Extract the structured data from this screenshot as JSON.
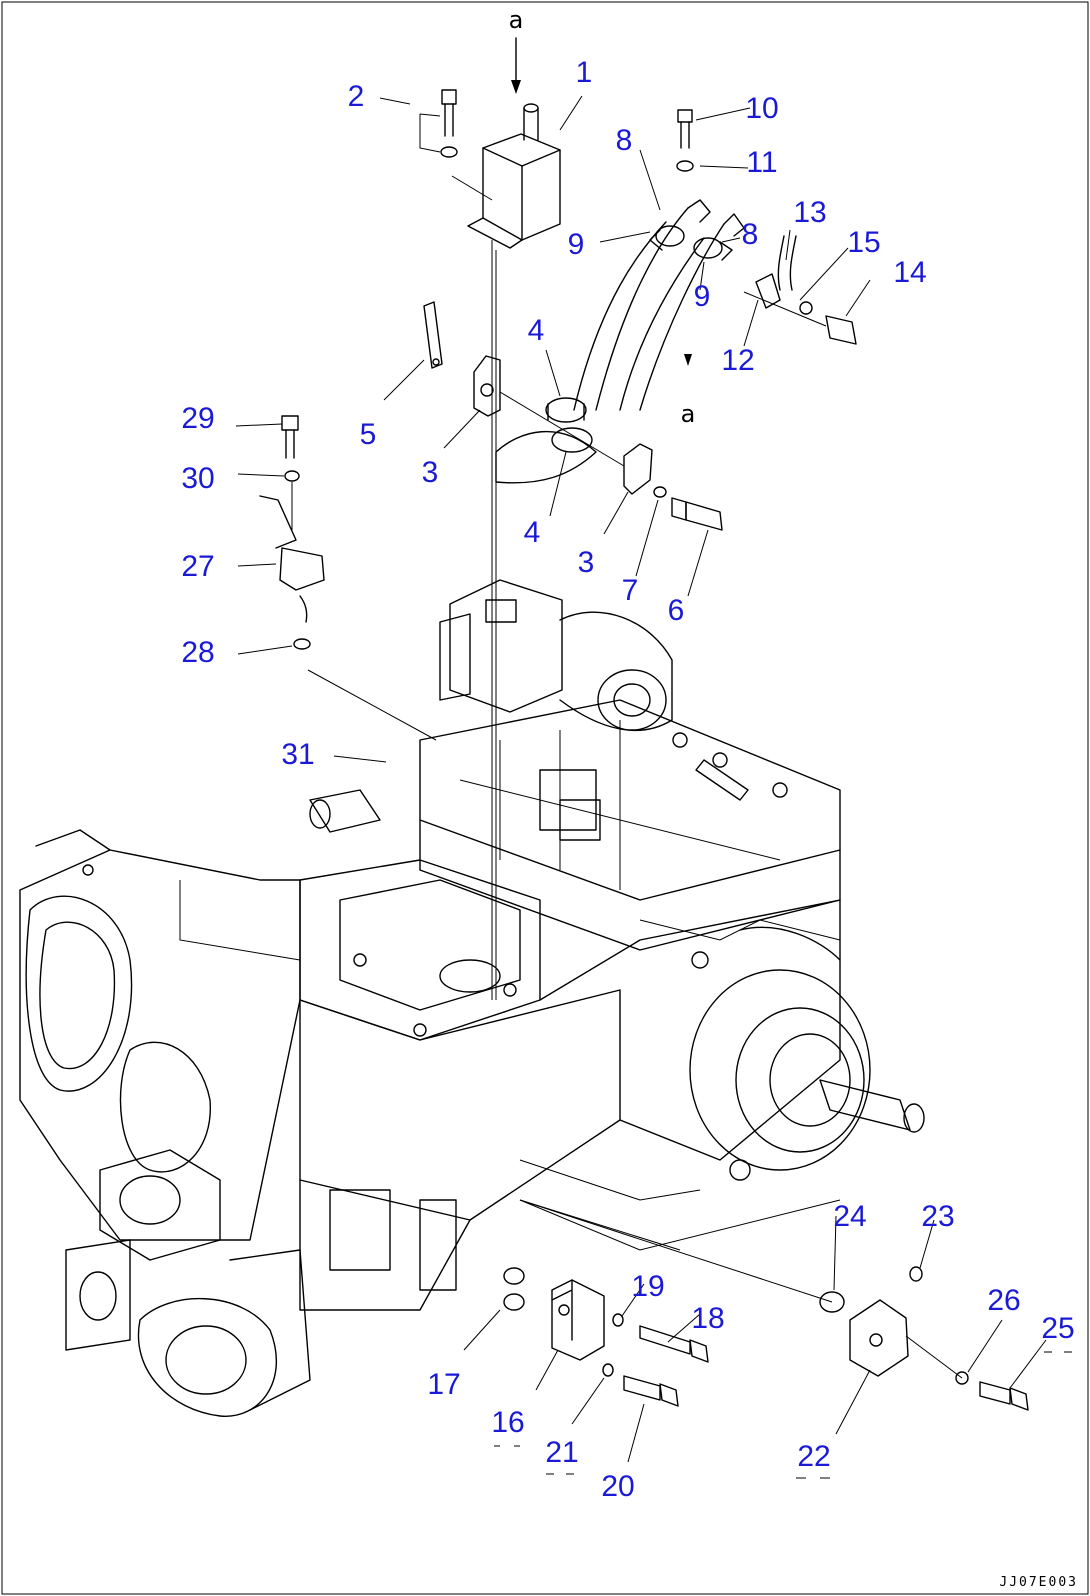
{
  "drawing_code": "JJ07E003",
  "view_marker": "a",
  "part_numbers": [
    "1",
    "2",
    "3",
    "3",
    "4",
    "4",
    "5",
    "6",
    "7",
    "8",
    "8",
    "9",
    "9",
    "10",
    "11",
    "12",
    "13",
    "14",
    "15",
    "16",
    "17",
    "18",
    "19",
    "20",
    "21",
    "22",
    "23",
    "24",
    "25",
    "26",
    "27",
    "28",
    "29",
    "30",
    "31"
  ]
}
